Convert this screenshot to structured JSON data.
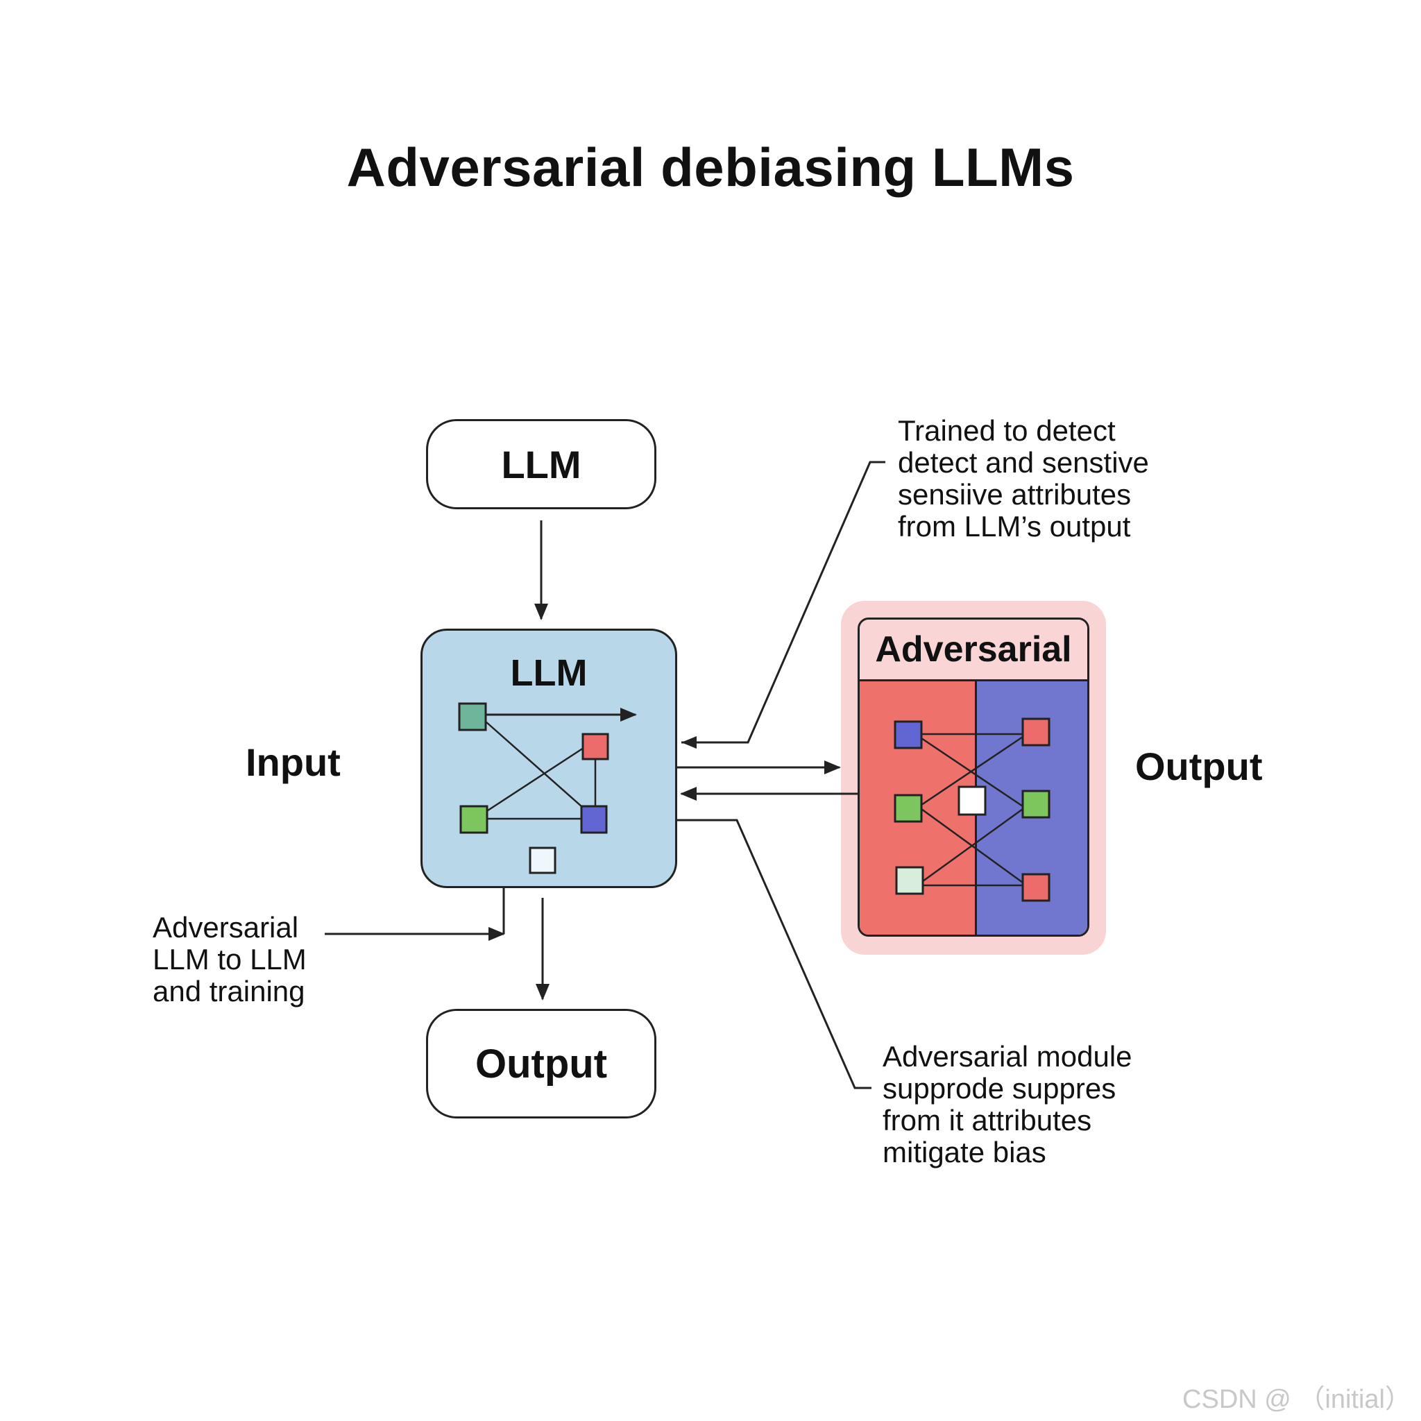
{
  "title": "Adversarial debiasing LLMs",
  "nodes": {
    "llm_top": "LLM",
    "llm_main": "LLM",
    "adversarial": "Adversarial",
    "output_box": "Output"
  },
  "labels": {
    "input": "Input",
    "output": "Output"
  },
  "notes": {
    "top_right": "Trained to detect\ndetect and senstive\nsensiive attributes\nfrom LLM’s output",
    "left": "Adversarial\nLLM to LLM\nand training",
    "bottom_right": "Adversarial module\nsupprode suppres\nfrom it attributes\nmitigate bias"
  },
  "watermark": "CSDN @ （initial）",
  "colors": {
    "llm_fill": "#b8d8ea",
    "adversarial_halo": "#f9d4d4",
    "adversarial_left": "#ef716b",
    "adversarial_right": "#7177cf",
    "node_teal": "#6fb59c",
    "node_red": "#ec6b6b",
    "node_green": "#7dc65e",
    "node_blue": "#6266d3",
    "node_pale": "#d8eddc",
    "node_white": "#ffffff"
  }
}
